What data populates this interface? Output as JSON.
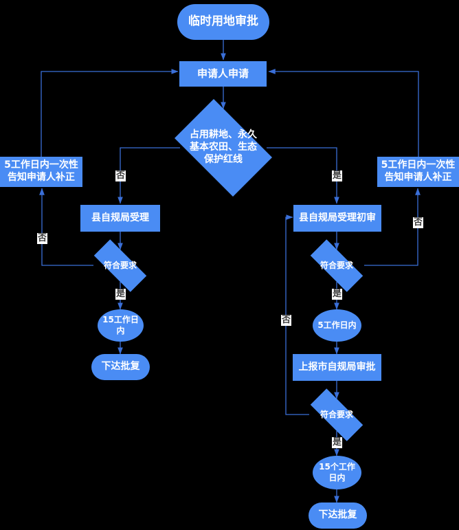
{
  "diagram": {
    "type": "flowchart",
    "title": "临时用地审批",
    "background_color": "#000000",
    "node_fill_color": "#4a8cf4",
    "node_text_color": "#ffffff",
    "edge_color": "#3a6fd8",
    "edge_label_bg": "#ffffff",
    "nodes": {
      "start": {
        "label": "临时用地审批",
        "shape": "stadium"
      },
      "apply": {
        "label": "申请人申请",
        "shape": "rect"
      },
      "decision_land": {
        "label_line1": "占用耕地、永久",
        "label_line2": "基本农田、生态",
        "label_line3": "保护红线",
        "shape": "diamond"
      },
      "left_notify": {
        "label_line1": "5工作日内一次性",
        "label_line2": "告知申请人补正",
        "shape": "rect"
      },
      "right_notify": {
        "label_line1": "5工作日内一次性",
        "label_line2": "告知申请人补正",
        "shape": "rect"
      },
      "left_accept": {
        "label": "县自规局受理",
        "shape": "rect"
      },
      "left_check": {
        "label": "符合要求",
        "shape": "diamond"
      },
      "left_days": {
        "label_line1": "15工作日",
        "label_line2": "内",
        "shape": "ellipse"
      },
      "left_reply": {
        "label": "下达批复",
        "shape": "stadium"
      },
      "right_accept": {
        "label": "县自规局受理初审",
        "shape": "rect"
      },
      "right_check": {
        "label": "符合要求",
        "shape": "diamond"
      },
      "right_days5": {
        "label": "5工作日内",
        "shape": "ellipse"
      },
      "report_city": {
        "label": "上报市自规局审批",
        "shape": "rect"
      },
      "city_check": {
        "label": "符合要求",
        "shape": "diamond"
      },
      "right_days15": {
        "label_line1": "15个工作",
        "label_line2": "日内",
        "shape": "ellipse"
      },
      "right_reply": {
        "label": "下达批复",
        "shape": "stadium"
      }
    },
    "edge_labels": {
      "land_no": "否",
      "land_yes": "是",
      "left_check_no": "否",
      "left_check_yes": "是",
      "right_check_no": "否",
      "right_check_yes": "是",
      "city_check_no": "否",
      "city_check_yes": "是"
    }
  }
}
